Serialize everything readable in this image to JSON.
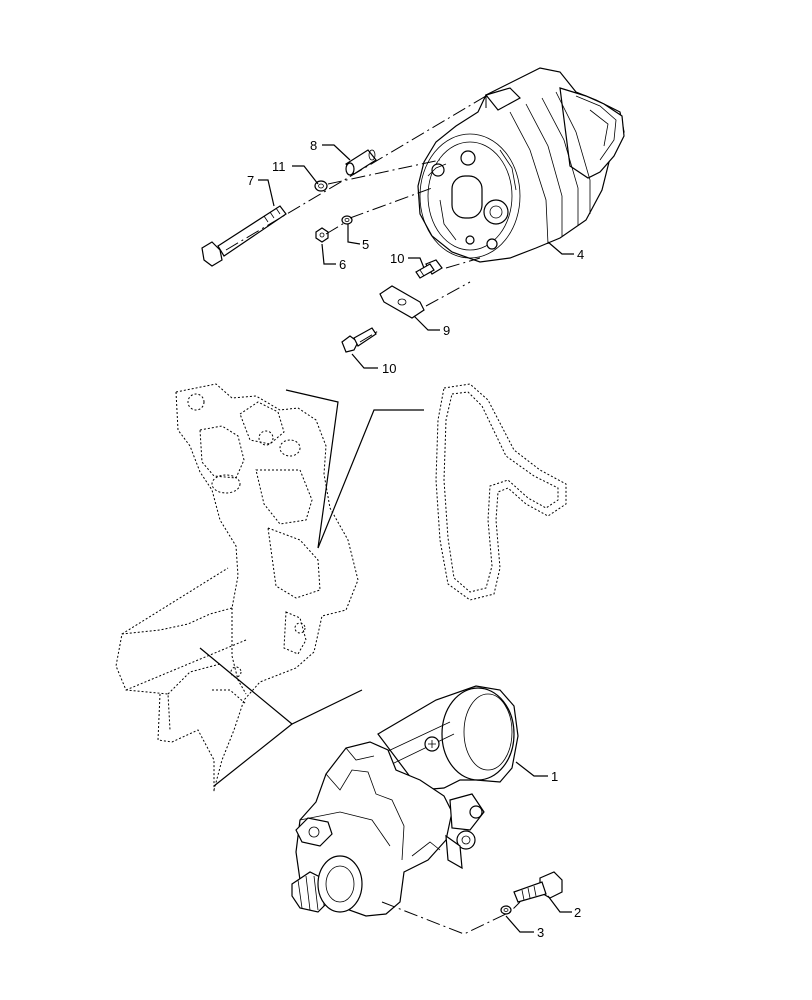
{
  "callouts": {
    "c1": "1",
    "c2": "2",
    "c3": "3",
    "c4": "4",
    "c5": "5",
    "c6": "6",
    "c7": "7",
    "c8": "8",
    "c9": "9",
    "c10a": "10",
    "c10b": "10",
    "c11": "11"
  },
  "icons": {
    "alternator": "alternator-icon",
    "starter_motor": "starter-motor-icon",
    "drive_belt": "drive-belt-icon",
    "engine_block": "engine-block-icon"
  }
}
